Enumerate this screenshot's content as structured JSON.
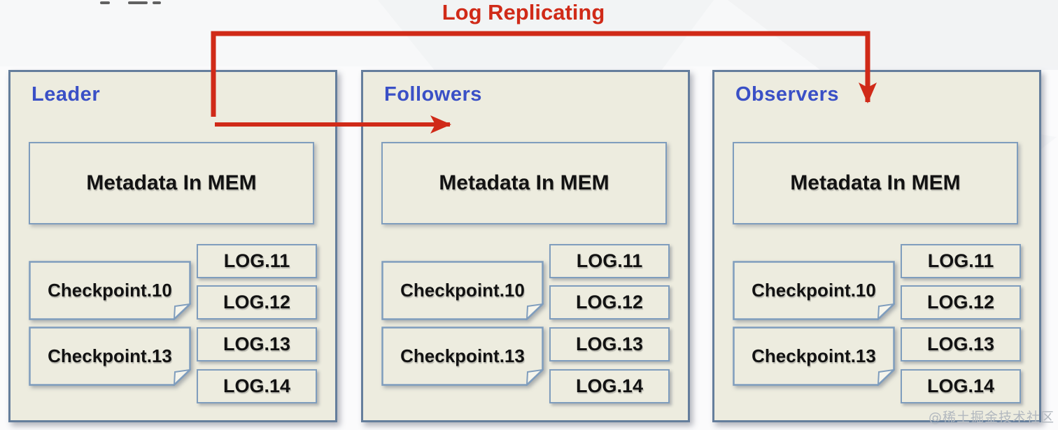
{
  "diagram": {
    "label_log_replicating": "Log Replicating",
    "watermark": "@稀土掘金技术社区",
    "nodes": [
      {
        "title": "Leader",
        "metadata": "Metadata In MEM",
        "checkpoints": [
          "Checkpoint.10",
          "Checkpoint.13"
        ],
        "logs": [
          "LOG.11",
          "LOG.12",
          "LOG.13",
          "LOG.14"
        ]
      },
      {
        "title": "Followers",
        "metadata": "Metadata In MEM",
        "checkpoints": [
          "Checkpoint.10",
          "Checkpoint.13"
        ],
        "logs": [
          "LOG.11",
          "LOG.12",
          "LOG.13",
          "LOG.14"
        ]
      },
      {
        "title": "Observers",
        "metadata": "Metadata In MEM",
        "checkpoints": [
          "Checkpoint.10",
          "Checkpoint.13"
        ],
        "logs": [
          "LOG.11",
          "LOG.12",
          "LOG.13",
          "LOG.14"
        ]
      }
    ],
    "colors": {
      "arrow_red": "#d02a18",
      "title_blue": "#3a50c6",
      "node_fill": "#edecdf",
      "node_border": "#657e9c",
      "inner_border": "#7f9dbd"
    }
  }
}
